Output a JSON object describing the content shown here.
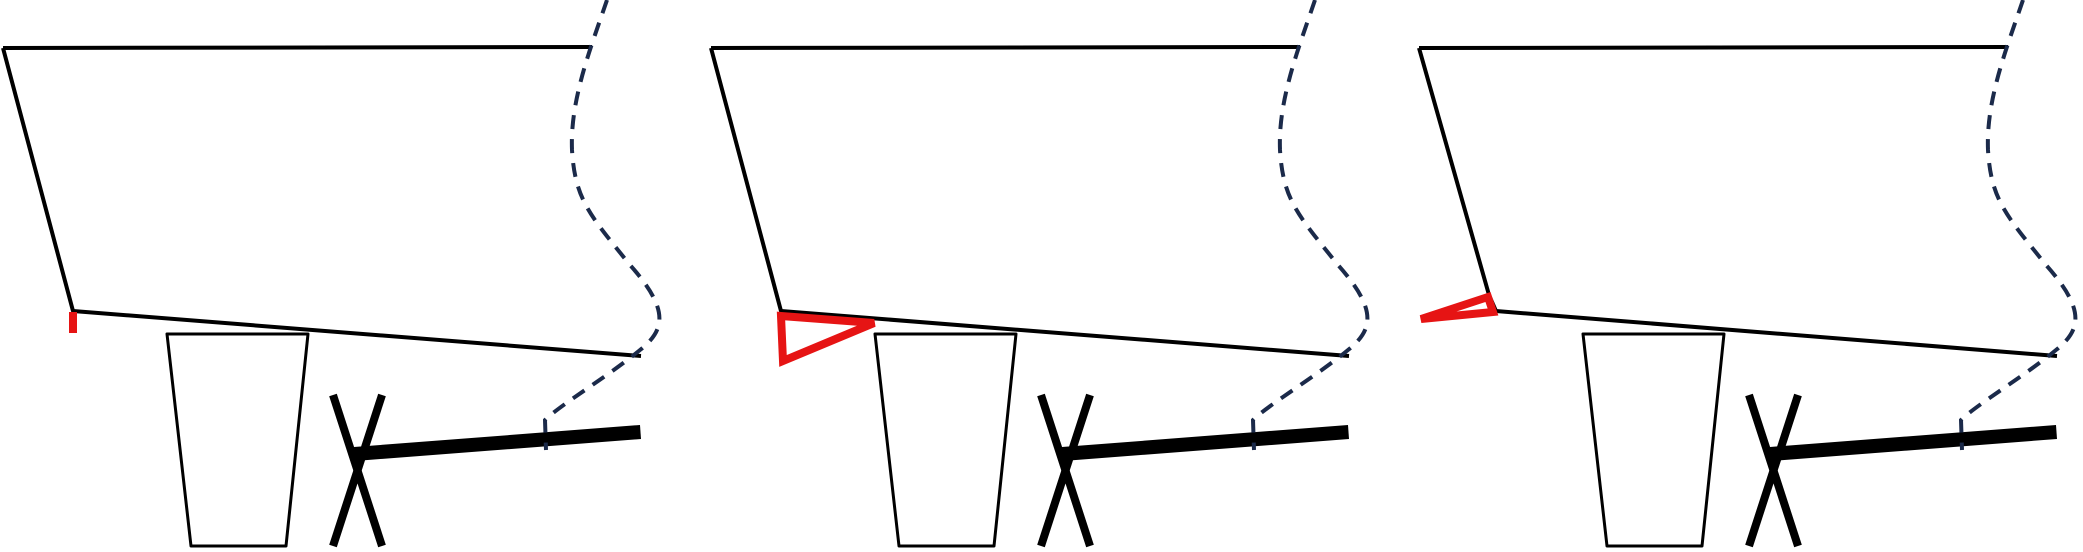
{
  "figure": {
    "panels": [
      {
        "id": "panel-1",
        "marker": "small-tick"
      },
      {
        "id": "panel-2",
        "marker": "open-triangle"
      },
      {
        "id": "panel-3",
        "marker": "flat-wedge"
      }
    ],
    "colors": {
      "outline": "#000000",
      "dashed_curve": "#1b2a4a",
      "highlight": "#e61414",
      "background": "#ffffff"
    }
  }
}
